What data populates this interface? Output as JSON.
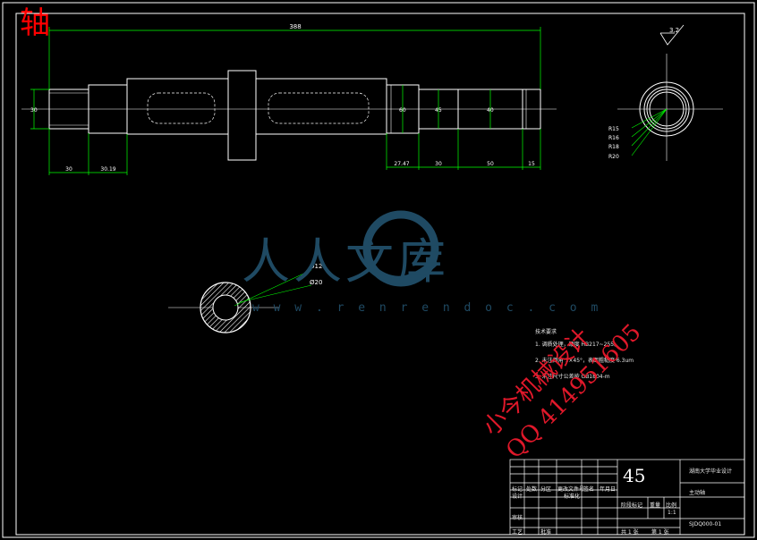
{
  "title": "轴",
  "roughness": "3.2",
  "dimensions": {
    "overall_length": "388",
    "left_diameter": "30",
    "d_shoulder_1": "60",
    "d_shoulder_2": "45",
    "d_right": "40",
    "len_30_a": "30",
    "len_30_19": "30.19",
    "len_27_47": "27.47",
    "len_30_b": "30",
    "len_50": "50",
    "len_15": "15"
  },
  "section_labels": [
    "R15",
    "R16",
    "R18",
    "R20"
  ],
  "lower_section_labels": [
    "Ø12",
    "Ø20"
  ],
  "watermark": {
    "chinese": "人人文库",
    "url": "w w w . r e n r e n d o c . c o m"
  },
  "stamp": {
    "line1": "小今机械设计",
    "line2": "QQ 414951605"
  },
  "notes": {
    "heading": "技术要求",
    "items": [
      "1. 调质处理，硬度 HB217~255。",
      "2. 未注倒角 1×45°，表面粗糙度 6.3um",
      "3. 未注尺寸公差按 GB1804-m"
    ]
  },
  "title_block": {
    "material": "45",
    "school": "湖南大学毕业设计",
    "part_name": "主动轴",
    "drawing_no": "SJDQ000-01",
    "scale": "1:1",
    "sheet": "共 1 张",
    "sheet2": "第 1 张",
    "row_labels": [
      "标记",
      "处数",
      "分区",
      "更改文件号",
      "签名",
      "年月日"
    ],
    "labels": [
      "设计",
      "审核",
      "工艺",
      "批准",
      "标准化",
      "阶段标记",
      "重量",
      "比例"
    ]
  }
}
